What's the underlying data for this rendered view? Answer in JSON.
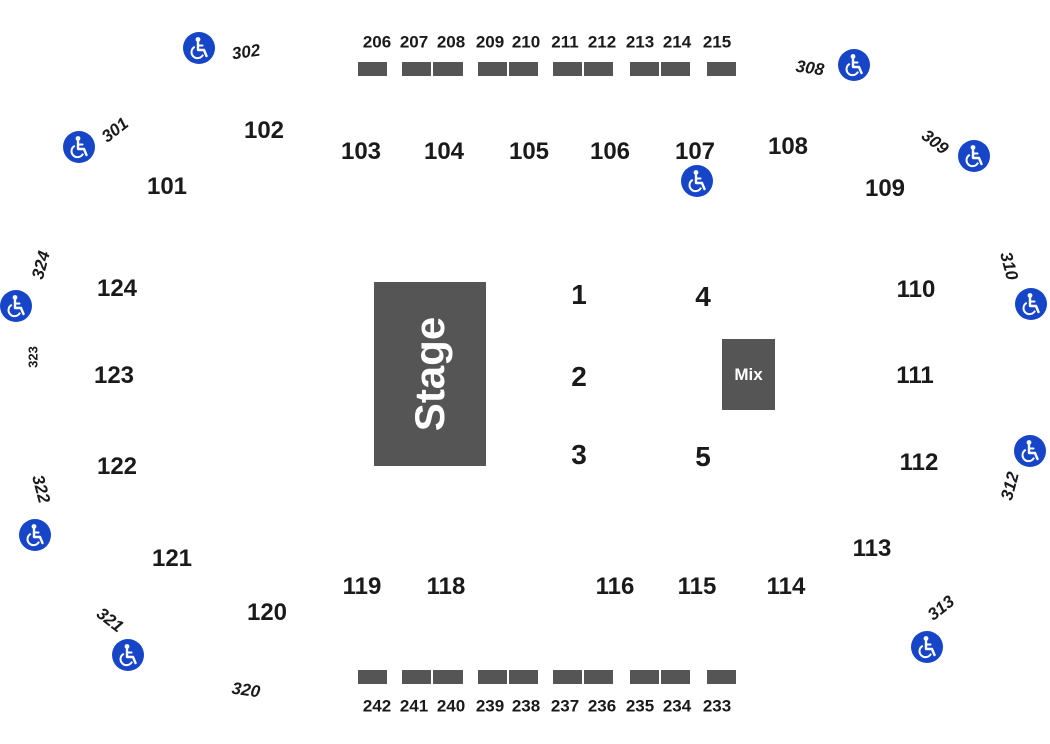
{
  "stage_label": "Stage",
  "mix_label": "Mix",
  "floor_sections": [
    "1",
    "2",
    "3",
    "4",
    "5"
  ],
  "lower_sections": [
    "101",
    "102",
    "103",
    "104",
    "105",
    "106",
    "107",
    "108",
    "109",
    "110",
    "111",
    "112",
    "113",
    "114",
    "115",
    "116",
    "118",
    "119",
    "120",
    "121",
    "122",
    "123",
    "124"
  ],
  "upper_top_sections": [
    "206",
    "207",
    "208",
    "209",
    "210",
    "211",
    "212",
    "213",
    "214",
    "215"
  ],
  "upper_bottom_sections": [
    "242",
    "241",
    "240",
    "239",
    "238",
    "237",
    "236",
    "235",
    "234",
    "233"
  ],
  "tier3_sections": [
    "301",
    "302",
    "308",
    "309",
    "310",
    "312",
    "313",
    "320",
    "321",
    "322",
    "323",
    "324"
  ],
  "accessible_icon": "wheelchair-accessible-icon",
  "colors": {
    "section_box": "#555555",
    "accessible_badge": "#1646c7",
    "label_text": "#1a1a1a",
    "background": "#ffffff"
  }
}
